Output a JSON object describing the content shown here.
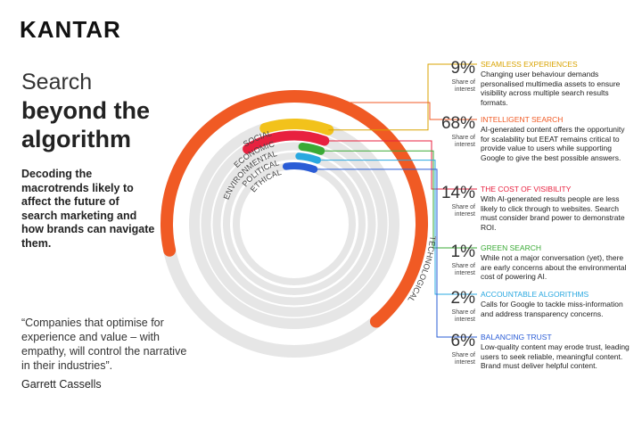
{
  "header": {
    "logo": "KANTAR"
  },
  "hero": {
    "title_light": "Search",
    "title_bold": "beyond the algorithm",
    "subtitle": "Decoding the macrotrends likely to affect the future of search marketing and how brands can navigate them."
  },
  "quote": {
    "text": "“Companies that optimise for experience and value – with empathy, will control the narrative in their industries”.",
    "author": "Garrett Cassells"
  },
  "chart_data": {
    "type": "radial-bar",
    "categories": [
      "TECHNOLOGICAL",
      "SOCIAL",
      "ECONOMIC",
      "ENVIRONMENTAL",
      "POLITICAL",
      "ETHICAL"
    ],
    "values": [
      68,
      9,
      14,
      1,
      2,
      6
    ],
    "unit": "Share of interest (%)",
    "colors": [
      "#f05a24",
      "#f2c21b",
      "#e8213f",
      "#3aaa35",
      "#29a8e0",
      "#2a5cd6"
    ]
  },
  "insights": [
    {
      "pct": "9%",
      "label": "Share of interest",
      "title": "SEAMLESS EXPERIENCES",
      "color": "#d9a300",
      "desc": "Changing user behaviour demands personalised multimedia assets to ensure visibility across multiple search results formats."
    },
    {
      "pct": "68%",
      "label": "Share of interest",
      "title": "INTELLIGENT SEARCH",
      "color": "#f05a24",
      "desc": "AI-generated content offers the opportunity for scalability but EEAT remains critical to provide value to users while supporting Google to give the best possible answers."
    },
    {
      "pct": "14%",
      "label": "Share of interest",
      "title": "THE COST OF VISIBILITY",
      "color": "#e8213f",
      "desc": "With AI-generated results people are less likely to click through to websites. Search must consider brand power to demonstrate ROI."
    },
    {
      "pct": "1%",
      "label": "Share of interest",
      "title": "GREEN SEARCH",
      "color": "#3aaa35",
      "desc": "While not a major conversation (yet), there are early concerns about the environmental cost of powering AI."
    },
    {
      "pct": "2%",
      "label": "Share of interest",
      "title": "ACCOUNTABLE ALGORITHMS",
      "color": "#29a8e0",
      "desc": "Calls for Google to tackle miss-information and address transparency concerns."
    },
    {
      "pct": "6%",
      "label": "Share of interest",
      "title": "BALANCING TRUST",
      "color": "#2a5cd6",
      "desc": "Low-quality content may erode trust, leading users to seek reliable, meaningful content. Brand must deliver helpful content."
    }
  ]
}
